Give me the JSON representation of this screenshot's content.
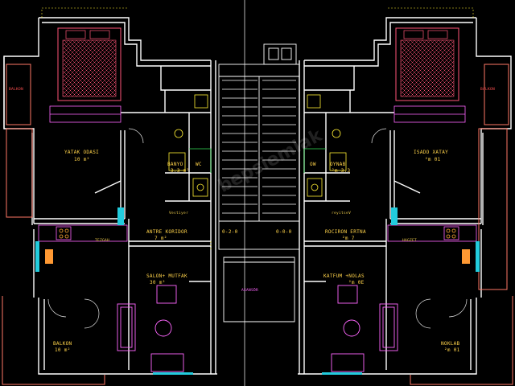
{
  "labels": {
    "balkon_left_top": "BALKON",
    "balkon_right_top": "BALKON",
    "yatak_left_name": "YATAK ODASI",
    "yatak_left_area": "10 m²",
    "yatak_right_name": "ISADO XATAY",
    "yatak_right_area": "²m 01",
    "banyo_left_name": "BANYO",
    "banyo_left_area": "3.3 m²",
    "wc_left": "WC",
    "banyo_right_name": "OYNAB",
    "banyo_right_area": "²m 3.3",
    "wc_right": "OW",
    "koridor_left_name": "ANTRE KORIDOR",
    "koridor_left_area": "7 m²",
    "koridor_right_name": "ROCIRON ERTNA",
    "koridor_right_area": "²m 7",
    "salon_left_name": "SALON+ MUTFAK",
    "salon_left_area": "30 m²",
    "salon_right_name": "KATFUM +NOLAS",
    "salon_right_area": "²m 0E",
    "balkon_left_bottom_name": "BALKON",
    "balkon_left_bottom_area": "10 m²",
    "balkon_right_bottom_name": "NOKLAB",
    "balkon_right_bottom_area": "²m 01",
    "asansor": "ASANSÖR",
    "door_left": "0-2-0",
    "door_right": "0-0-0",
    "dolap_left": "Vestiyer",
    "dolap_right": "reyitseV",
    "mutfak_left": "TEZGAH",
    "mutfak_right": "HAGZET"
  },
  "watermark": "bepsiemlak",
  "colors": {
    "background": "#000000",
    "wall": "#ffffff",
    "structure": "#ff66ff",
    "bed": "#ff5577",
    "text": "#ffd34a",
    "glass": "#22ccdd",
    "furniture": "#ff66ff",
    "fixture": "#ffee33",
    "green": "#33dd55"
  }
}
